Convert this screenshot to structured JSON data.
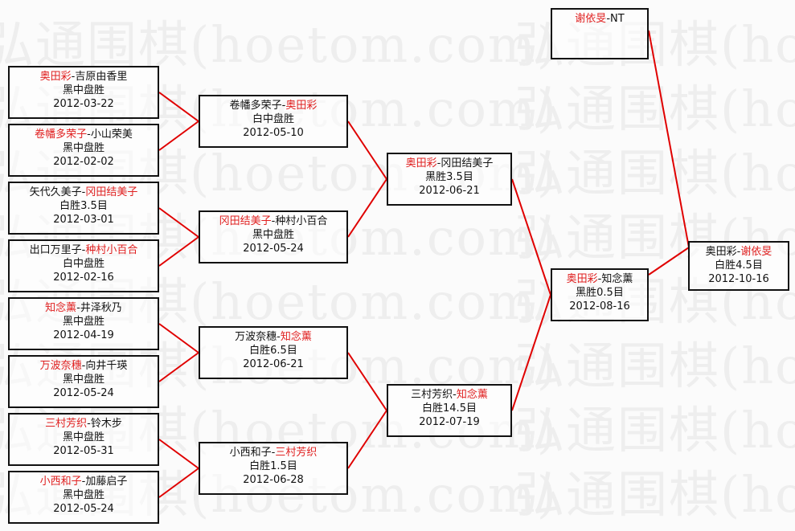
{
  "watermark": "弘通围棋(hoetom.com)",
  "colors": {
    "winner": "#e02020",
    "line": "#e00000",
    "border": "#111111"
  },
  "separator": "-",
  "round1": [
    {
      "p1": "奥田彩",
      "p2": "吉原由香里",
      "winner": 1,
      "result": "黑中盘胜",
      "date": "2012-03-22"
    },
    {
      "p1": "卷幡多荣子",
      "p2": "小山荣美",
      "winner": 1,
      "result": "黑中盘胜",
      "date": "2012-02-02"
    },
    {
      "p1": "矢代久美子",
      "p2": "冈田结美子",
      "winner": 2,
      "result": "白胜3.5目",
      "date": "2012-03-01"
    },
    {
      "p1": "出口万里子",
      "p2": "种村小百合",
      "winner": 2,
      "result": "白中盘胜",
      "date": "2012-02-16"
    },
    {
      "p1": "知念薰",
      "p2": "井泽秋乃",
      "winner": 1,
      "result": "黑中盘胜",
      "date": "2012-04-19"
    },
    {
      "p1": "万波奈穗",
      "p2": "向井千瑛",
      "winner": 1,
      "result": "黑中盘胜",
      "date": "2012-05-24"
    },
    {
      "p1": "三村芳织",
      "p2": "铃木步",
      "winner": 1,
      "result": "黑中盘胜",
      "date": "2012-05-31"
    },
    {
      "p1": "小西和子",
      "p2": "加藤启子",
      "winner": 1,
      "result": "黑中盘胜",
      "date": "2012-05-24"
    }
  ],
  "round2": [
    {
      "p1": "卷幡多荣子",
      "p2": "奥田彩",
      "winner": 2,
      "result": "白中盘胜",
      "date": "2012-05-10"
    },
    {
      "p1": "冈田结美子",
      "p2": "种村小百合",
      "winner": 1,
      "result": "黑中盘胜",
      "date": "2012-05-24"
    },
    {
      "p1": "万波奈穗",
      "p2": "知念薰",
      "winner": 2,
      "result": "白胜6.5目",
      "date": "2012-06-21"
    },
    {
      "p1": "小西和子",
      "p2": "三村芳织",
      "winner": 2,
      "result": "白胜1.5目",
      "date": "2012-06-28"
    }
  ],
  "round3": [
    {
      "p1": "奥田彩",
      "p2": "冈田结美子",
      "winner": 1,
      "result": "黑胜3.5目",
      "date": "2012-06-21"
    },
    {
      "p1": "三村芳织",
      "p2": "知念薰",
      "winner": 2,
      "result": "白胜14.5目",
      "date": "2012-07-19"
    }
  ],
  "round4": [
    {
      "p1": "奥田彩",
      "p2": "知念薰",
      "winner": 1,
      "result": "黑胜0.5目",
      "date": "2012-08-16"
    }
  ],
  "seed": [
    {
      "p1": "谢依旻",
      "p2": "NT",
      "winner": 1,
      "result": "",
      "date": ""
    }
  ],
  "final": [
    {
      "p1": "奥田彩",
      "p2": "谢依旻",
      "winner": 2,
      "result": "白胜4.5目",
      "date": "2012-10-16"
    }
  ]
}
